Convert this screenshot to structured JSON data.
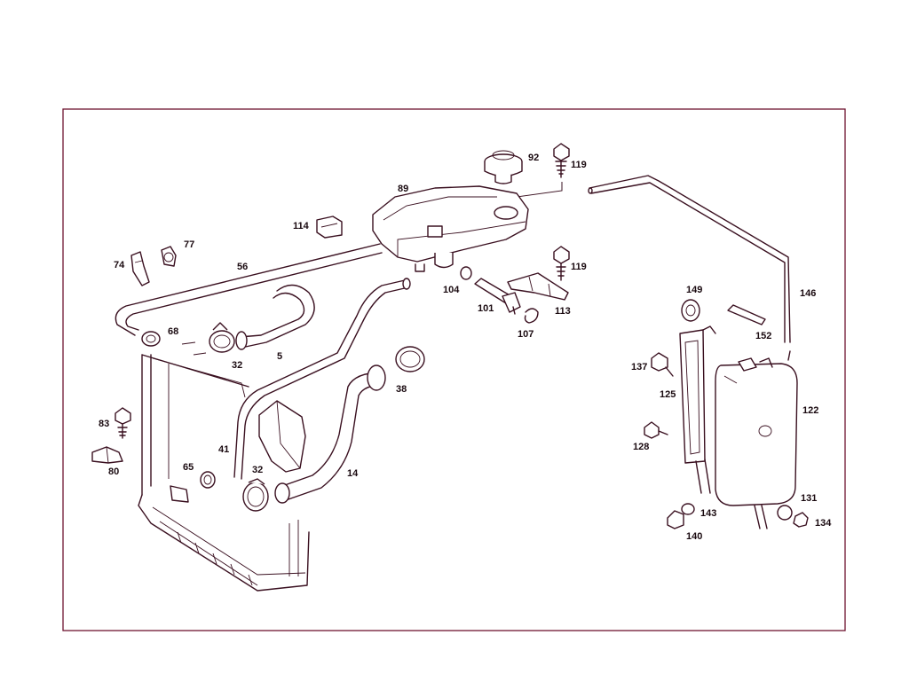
{
  "colors": {
    "frame": "#6e1430",
    "line": "#3a1020",
    "text": "#1a0a10",
    "background": "#ffffff"
  },
  "callouts": {
    "c92": "92",
    "c119a": "119",
    "c89": "89",
    "c114": "114",
    "c77": "77",
    "c74": "74",
    "c56": "56",
    "c119b": "119",
    "c104": "104",
    "c101": "101",
    "c113": "113",
    "c107": "107",
    "c146": "146",
    "c149": "149",
    "c152": "152",
    "c137": "137",
    "c125": "125",
    "c122": "122",
    "c128": "128",
    "c131": "131",
    "c134": "134",
    "c143": "143",
    "c140": "140",
    "c68": "68",
    "c32a": "32",
    "c5": "5",
    "c38": "38",
    "c83": "83",
    "c41": "41",
    "c80": "80",
    "c65": "65",
    "c32b": "32",
    "c14": "14"
  }
}
